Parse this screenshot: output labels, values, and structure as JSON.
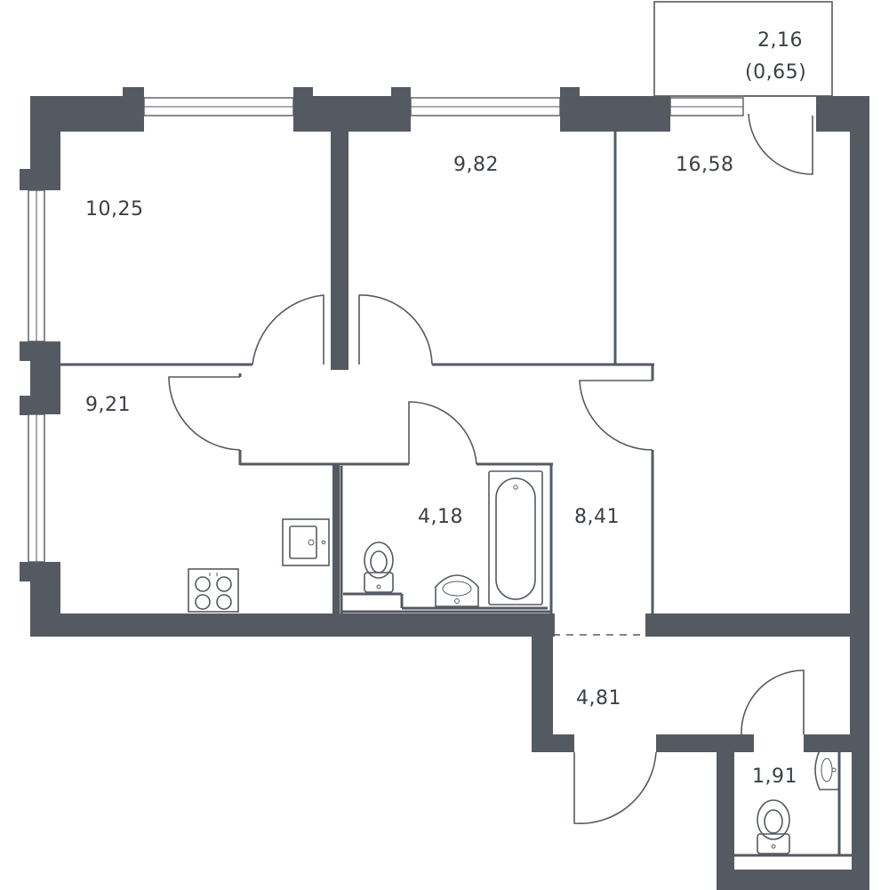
{
  "rooms": [
    {
      "id": "bedroom-left",
      "area": "10,25"
    },
    {
      "id": "bedroom-middle",
      "area": "9,82"
    },
    {
      "id": "living-room",
      "area": "16,58"
    },
    {
      "id": "balcony",
      "area": "2,16",
      "area_sub": "(0,65)"
    },
    {
      "id": "kitchen",
      "area": "9,21"
    },
    {
      "id": "bathroom",
      "area": "4,18"
    },
    {
      "id": "corridor",
      "area": "8,41"
    },
    {
      "id": "hall",
      "area": "4,81"
    },
    {
      "id": "wc",
      "area": "1,91"
    }
  ],
  "colors": {
    "wall": "#555a62",
    "text": "#3b3f46",
    "background": "#ffffff"
  }
}
